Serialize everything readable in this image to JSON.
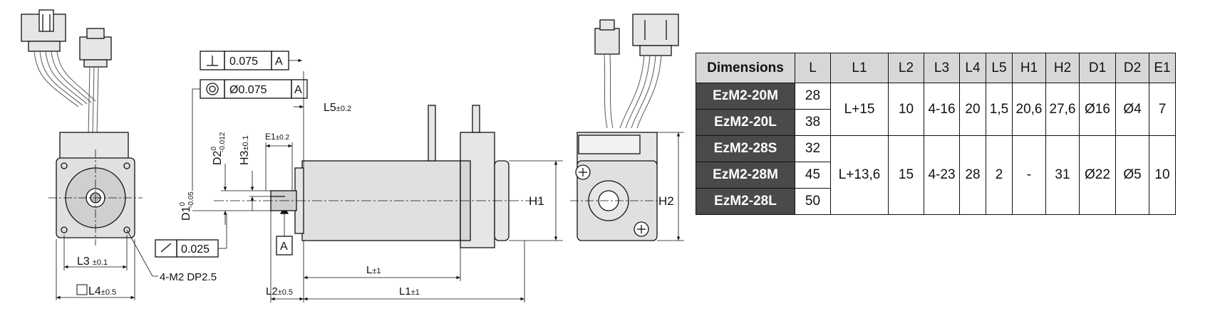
{
  "drawing": {
    "labels": {
      "perp_tol": "0.075",
      "perp_datum": "A",
      "conc_tol": "Ø0.075",
      "conc_datum": "A",
      "runout_tol": "0.025",
      "datum_a": "A",
      "l5": "L5",
      "l5_tol": "±0.2",
      "e1": "E1",
      "e1_tol": "±0.2",
      "d2": "D2",
      "d2_tol_upper": "0",
      "d2_tol_lower": "-0.012",
      "h3": "H3",
      "h3_tol": "±0.1",
      "d1": "D1",
      "d1_tol_upper": "0",
      "d1_tol_lower": "-0.05",
      "h1": "H1",
      "h2": "H2",
      "l": "L",
      "l_tol": "±1",
      "l1": "L1",
      "l1_tol": "±1",
      "l2": "L2",
      "l2_tol": "±0.5",
      "l3": "L3",
      "l3_tol": "±0.1",
      "l4": "L4",
      "l4_tol": "±0.5",
      "screw": "4-M2 DP2.5"
    }
  },
  "table": {
    "headers": [
      "Dimensions",
      "L",
      "L1",
      "L2",
      "L3",
      "L4",
      "L5",
      "H1",
      "H2",
      "D1",
      "D2",
      "E1"
    ],
    "rows": [
      {
        "model": "EzM2-20M",
        "L": "28"
      },
      {
        "model": "EzM2-20L",
        "L": "38"
      },
      {
        "model": "EzM2-28S",
        "L": "32"
      },
      {
        "model": "EzM2-28M",
        "L": "45"
      },
      {
        "model": "EzM2-28L",
        "L": "50"
      }
    ],
    "groups": [
      {
        "L1": "L+15",
        "L2": "10",
        "L3": "4-16",
        "L4": "20",
        "L5": "1,5",
        "H1": "20,6",
        "H2": "27,6",
        "D1": "Ø16",
        "D2": "Ø4",
        "E1": "7"
      },
      {
        "L1": "L+13,6",
        "L2": "15",
        "L3": "4-23",
        "L4": "28",
        "L5": "2",
        "H1": "-",
        "H2": "31",
        "D1": "Ø22",
        "D2": "Ø5",
        "E1": "10"
      }
    ]
  }
}
